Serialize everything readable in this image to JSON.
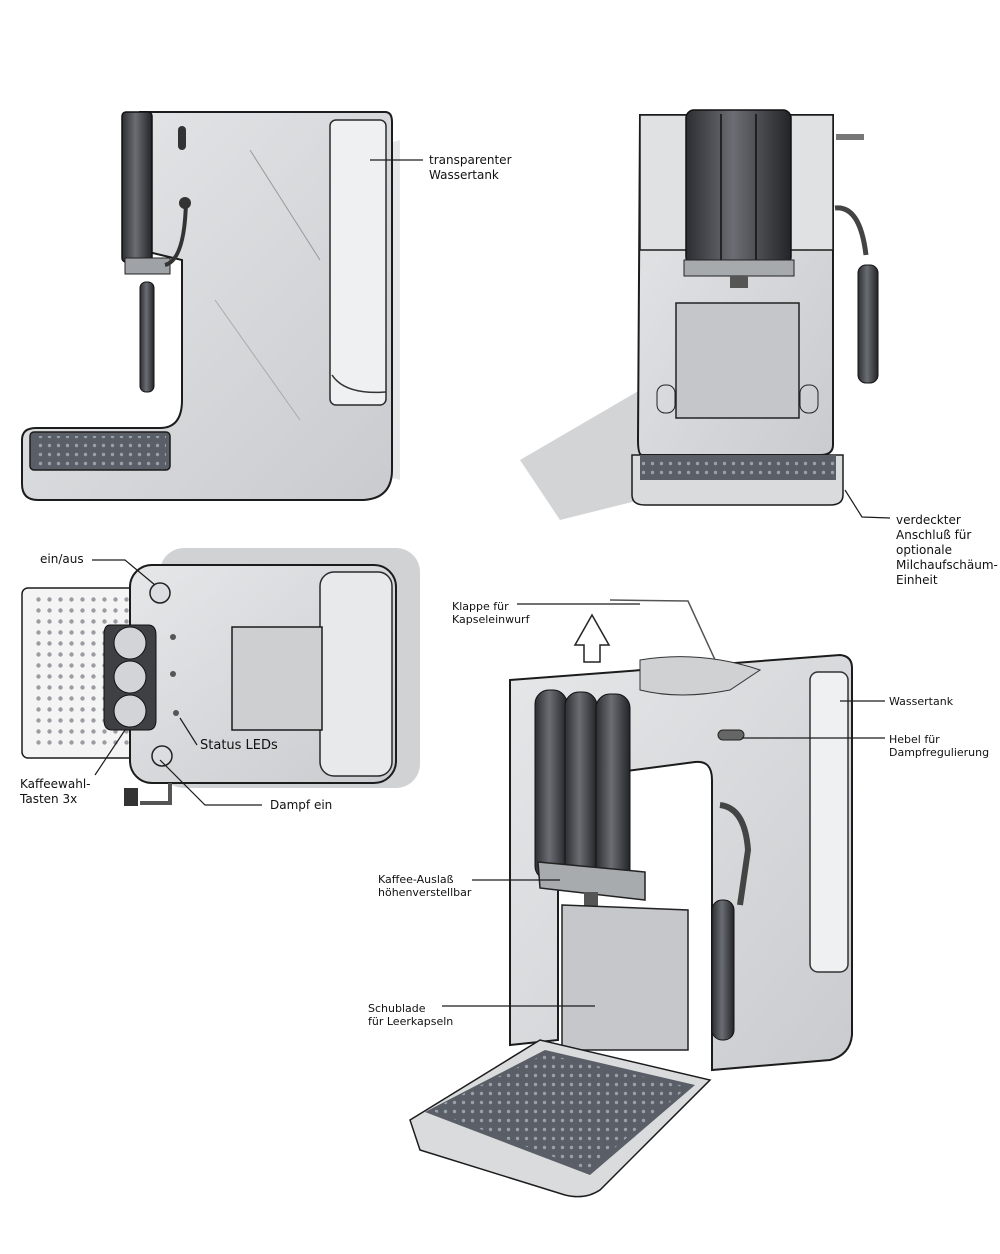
{
  "annotations": {
    "transparent_tank": "transparenter\nWassertank",
    "hidden_connector": "verdeckter\nAnschluß für\noptionale\nMilchaufschäum-\nEinheit",
    "power": "ein/aus",
    "status_leds": "Status LEDs",
    "coffee_buttons": "Kaffeewahl-\nTasten 3x",
    "steam_on": "Dampf ein",
    "capsule_flap": "Klappe für\nKapseleinwurf",
    "water_tank": "Wassertank",
    "steam_lever": "Hebel für\nDampfregulierung",
    "coffee_outlet": "Kaffee-Auslaß\nhöhenverstellbar",
    "capsule_drawer": "Schublade\nfür Leerkapseln"
  },
  "colors": {
    "body": "#d9dbdd",
    "body_light": "#eef0f1",
    "tray": "#5a5e66",
    "dark_metal": "#3a3c40",
    "shadow": "#bfc1c3",
    "line": "#1c1c1c"
  }
}
